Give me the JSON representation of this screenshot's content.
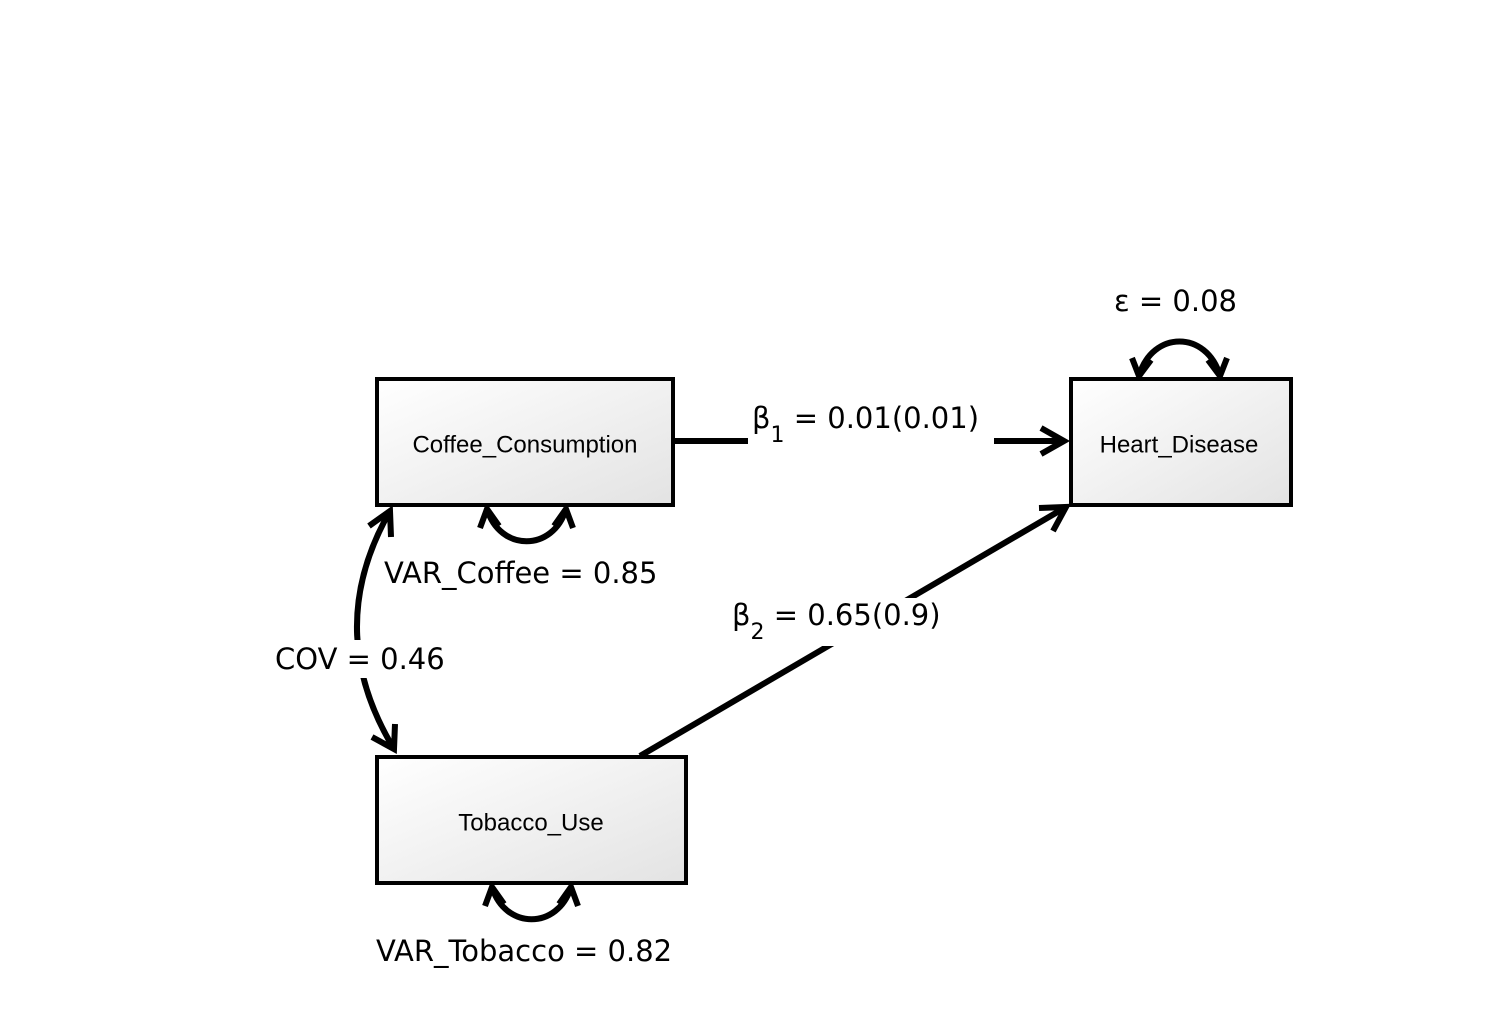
{
  "nodes": {
    "coffee": {
      "label": "Coffee_Consumption"
    },
    "tobacco": {
      "label": "Tobacco_Use"
    },
    "heart": {
      "label": "Heart_Disease"
    }
  },
  "edges": {
    "beta1": {
      "symbol": "β",
      "subscript": "1",
      "text": " = 0.01(0.01)"
    },
    "beta2": {
      "symbol": "β",
      "subscript": "2",
      "text": " = 0.65(0.9)"
    },
    "cov": {
      "text": "COV = 0.46"
    }
  },
  "variances": {
    "coffee": {
      "text": "VAR_Coffee = 0.85"
    },
    "tobacco": {
      "text": "VAR_Tobacco = 0.82"
    },
    "heart": {
      "text": "ε = 0.08"
    }
  },
  "colors": {
    "stroke": "#000000",
    "box_fill_light": "#ffffff",
    "box_fill_dark": "#e3e3e3"
  }
}
